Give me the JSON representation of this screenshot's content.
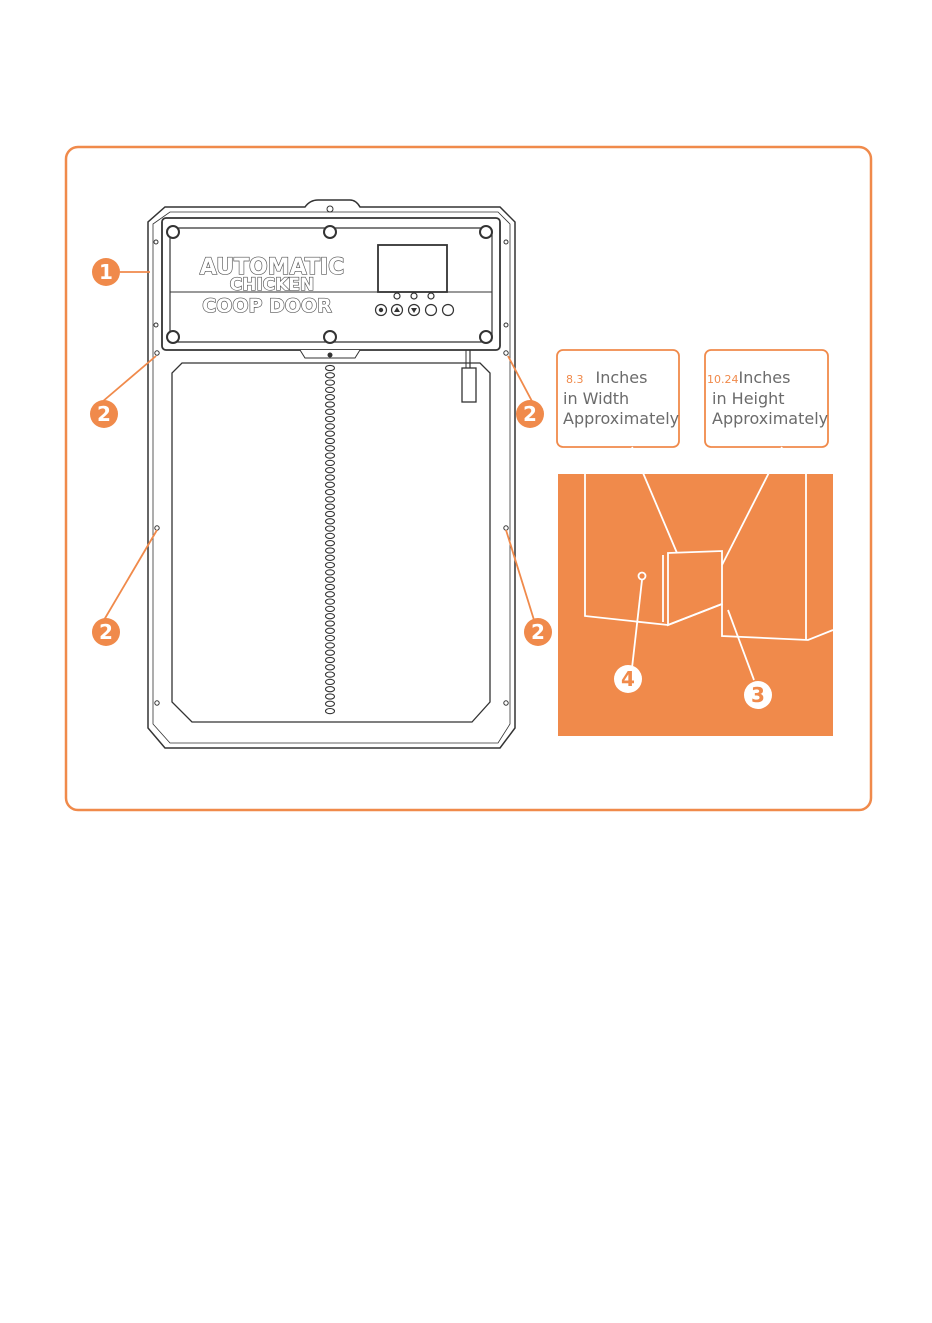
{
  "colors": {
    "accent": "#F08A4B",
    "line": "#333333",
    "label_text": "#6b6b6b"
  },
  "product_title": {
    "line1": "AUTOMATIC",
    "line2": "CHICKEN",
    "line3": "COOP DOOR"
  },
  "control_buttons": [
    "power",
    "up",
    "down",
    "set",
    "mode"
  ],
  "callouts": [
    "1",
    "2",
    "3",
    "4"
  ],
  "width_label": {
    "value": "8.3",
    "unit": "Inches",
    "line2": "in Width",
    "line3": "Approximately"
  },
  "height_label": {
    "value": "10.24",
    "unit": "Inches",
    "line2": "in Height",
    "line3": "Approximately"
  }
}
